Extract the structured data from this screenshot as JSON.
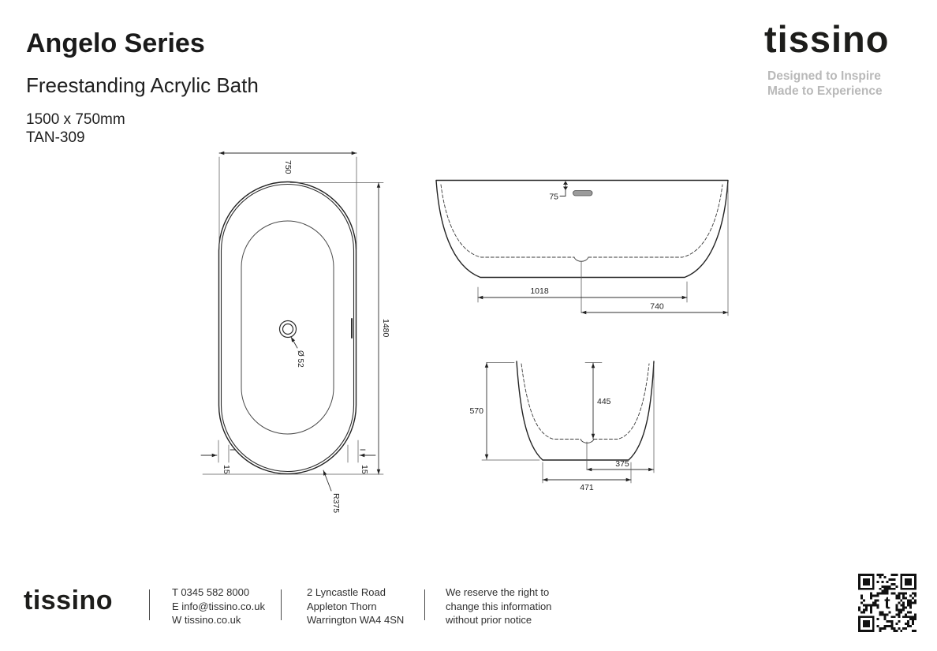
{
  "header": {
    "title": "Angelo Series",
    "subtitle": "Freestanding Acrylic Bath",
    "size": "1500 x 750mm",
    "model": "TAN-309"
  },
  "brand": {
    "logo": "tissino",
    "tagline1": "Designed to Inspire",
    "tagline2": "Made to Experience"
  },
  "drawing": {
    "plan": {
      "width": "750",
      "length": "1480",
      "rim_left": "15",
      "rim_right": "15",
      "radius": "R375",
      "drain": "Ø 52"
    },
    "side": {
      "overflow": "75",
      "base_length": "1018",
      "drain_offset": "740"
    },
    "end": {
      "height": "570",
      "depth": "445",
      "drain_offset": "375",
      "base_width": "471"
    }
  },
  "footer": {
    "logo": "tissino",
    "phone": "T 0345 582 8000",
    "email": "E info@tissino.co.uk",
    "web": "W tissino.co.uk",
    "addr1": "2 Lyncastle Road",
    "addr2": "Appleton Thorn",
    "addr3": "Warrington WA4 4SN",
    "notice1": "We reserve the right to",
    "notice2": "change this information",
    "notice3": "without prior notice",
    "qr_glyph": "t"
  },
  "colors": {
    "ink": "#1d1d1b",
    "tagline_gray": "#b9b9b9",
    "line_dark": "#222222",
    "overflow_gray": "#9b9b9b"
  }
}
